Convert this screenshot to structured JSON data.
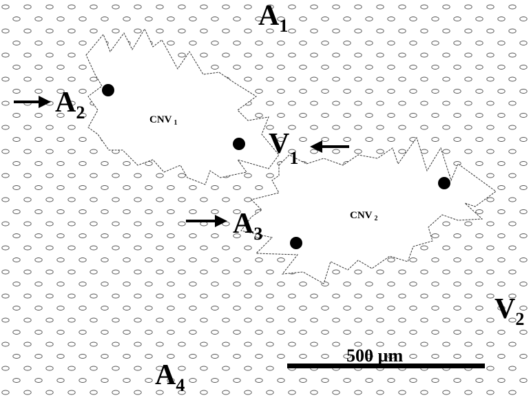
{
  "diagram": {
    "labels": {
      "a1": {
        "main": "A",
        "sub": "1"
      },
      "a2": {
        "main": "A",
        "sub": "2"
      },
      "a3": {
        "main": "A",
        "sub": "3"
      },
      "a4": {
        "main": "A",
        "sub": "4"
      },
      "v1": {
        "main": "V",
        "sub": "1"
      },
      "v2": {
        "main": "V",
        "sub": "2"
      }
    },
    "regions": {
      "cnv1": {
        "main": "CNV",
        "sub": "1"
      },
      "cnv2": {
        "main": "CNV",
        "sub": "2"
      }
    },
    "scale_bar": {
      "label": "500 µm"
    },
    "colors": {
      "background": "#ffffff",
      "ink": "#000000",
      "cells": "#555555"
    }
  }
}
